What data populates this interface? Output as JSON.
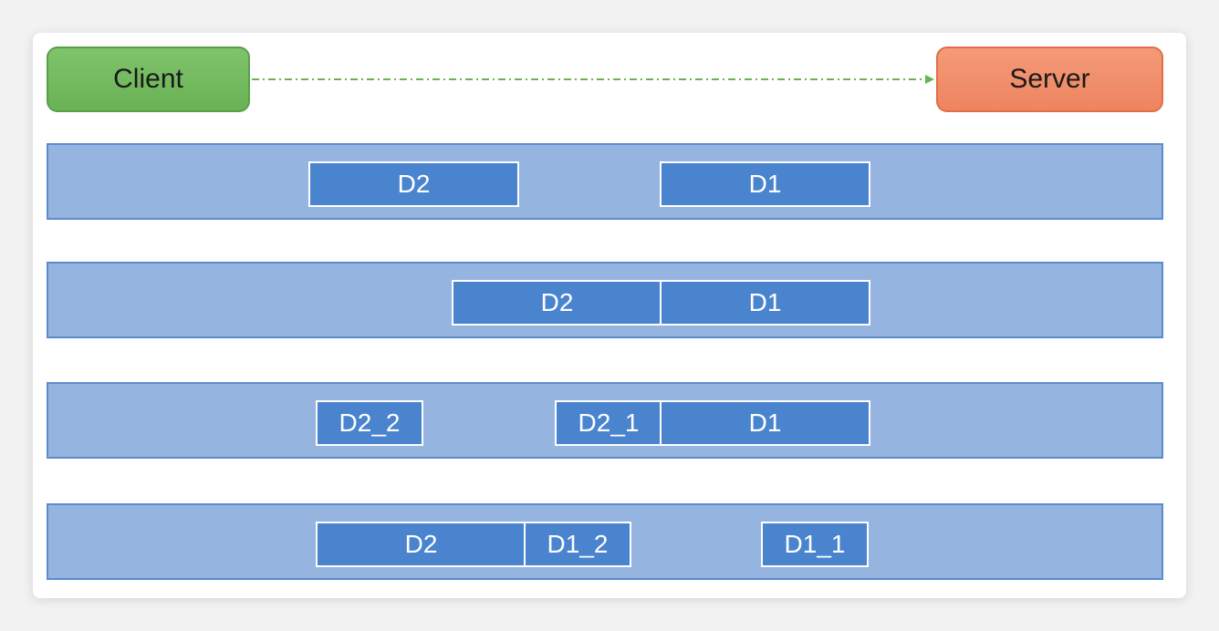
{
  "client_label": "Client",
  "server_label": "Server",
  "rows": [
    {
      "segments": [
        {
          "label": "D2"
        },
        {
          "label": "D1"
        }
      ]
    },
    {
      "segments": [
        {
          "label": "D2"
        },
        {
          "label": "D1"
        }
      ]
    },
    {
      "segments": [
        {
          "label": "D2_2"
        },
        {
          "label": "D2_1"
        },
        {
          "label": "D1"
        }
      ]
    },
    {
      "segments": [
        {
          "label": "D2"
        },
        {
          "label": "D1_2"
        },
        {
          "label": "D1_1"
        }
      ]
    }
  ],
  "colors": {
    "client": "#6ab256",
    "server": "#ee8460",
    "lane": "#95b4df",
    "segment": "#4a84cf",
    "arrow": "#6ab256"
  }
}
